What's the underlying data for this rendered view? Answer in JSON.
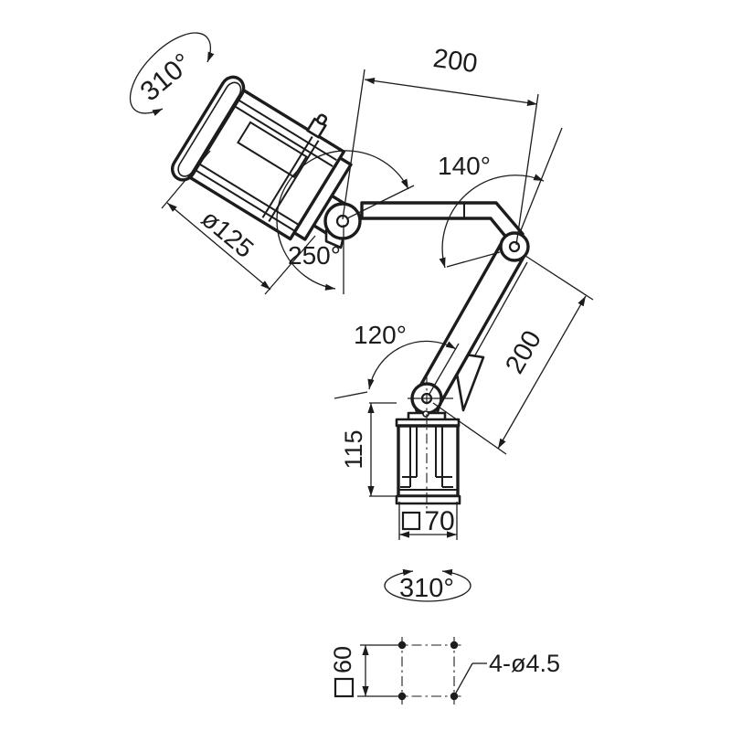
{
  "drawing": {
    "type": "technical-dimension-diagram",
    "subject": "articulated machine work lamp, side view with mounting plate detail",
    "colors": {
      "line": "#1c1c1c",
      "background": "#ffffff"
    },
    "annotations": {
      "head_rotation": "310°",
      "head_diameter": "ø125",
      "head_tilt_angle": "250°",
      "upper_arm_length": "200",
      "elbow_angle": "140°",
      "forearm_length": "200",
      "base_joint_angle": "120°",
      "column_height": "115",
      "column_width": "70",
      "column_rotation": "310°",
      "mount_hole_spacing": "60",
      "mount_hole_callout": "4-ø4.5"
    }
  }
}
